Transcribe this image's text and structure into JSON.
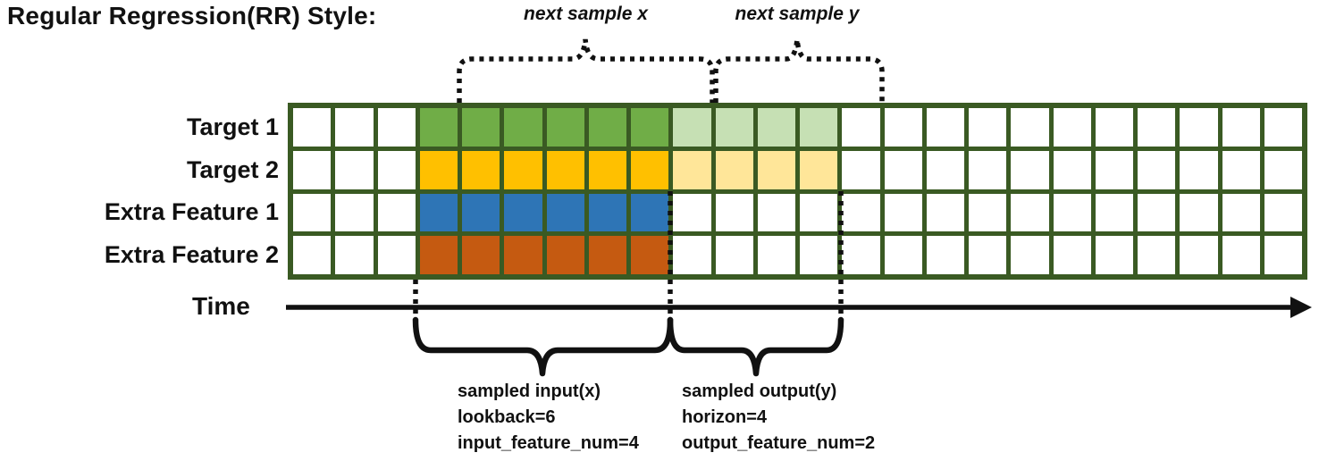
{
  "title": "Regular Regression(RR) Style:",
  "annotations": {
    "next_sample_x": "next sample x",
    "next_sample_y": "next sample y",
    "time_label": "Time"
  },
  "colors": {
    "ink": "#111111",
    "grid_border": "#3A5A23",
    "empty_cell": "#FFFFFF"
  },
  "grid": {
    "columns_total": 24,
    "rows_total": 4,
    "input_start_col": 4,
    "lookback": 6,
    "horizon": 4,
    "rows": [
      {
        "label": "Target 1",
        "input_color": "#70AD47",
        "output_color": "#C6E0B4"
      },
      {
        "label": "Target 2",
        "input_color": "#FFC000",
        "output_color": "#FFE699"
      },
      {
        "label": "Extra Feature 1",
        "input_color": "#2E75B6",
        "output_color": null
      },
      {
        "label": "Extra Feature 2",
        "input_color": "#C55A11",
        "output_color": null
      }
    ]
  },
  "callouts": {
    "input": {
      "lines": [
        "sampled input(x)",
        "lookback=6",
        "input_feature_num=4"
      ]
    },
    "output": {
      "lines": [
        "sampled output(y)",
        "horizon=4",
        "output_feature_num=2"
      ]
    }
  }
}
